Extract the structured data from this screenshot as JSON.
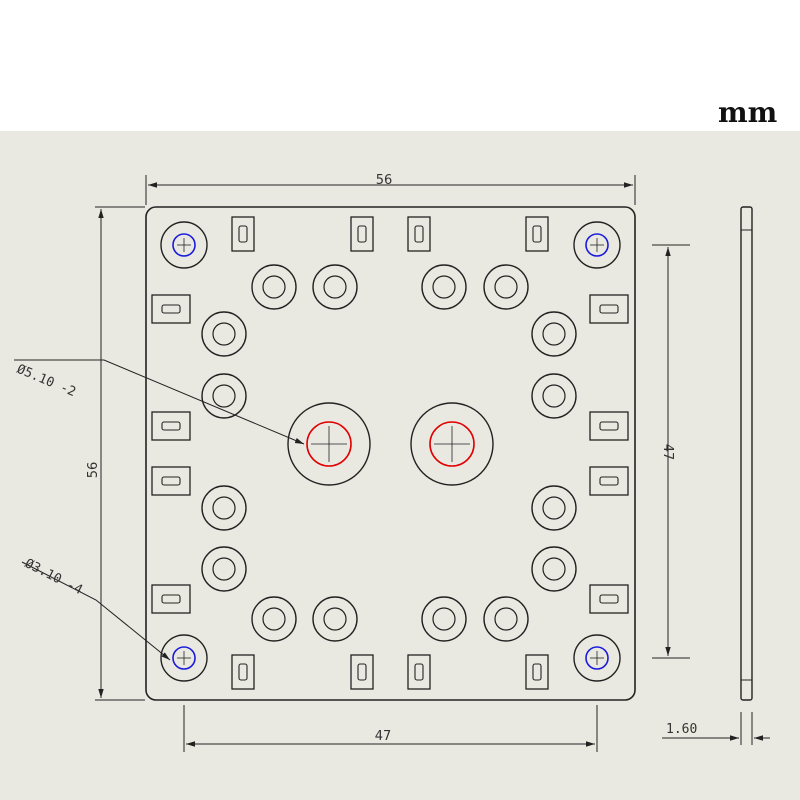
{
  "unit_label": "mm",
  "dimensions": {
    "width_top": "56",
    "height_left": "56",
    "hole_span_right": "47",
    "hole_span_bottom": "47",
    "thickness": "1.60"
  },
  "callouts": {
    "large_holes": "Ø5.10 -2",
    "mounting_holes": "Ø3.10 -4"
  },
  "colors": {
    "background": "#e9e9e2",
    "outline": "#222222",
    "large_hole": "#e00000",
    "mounting_hole": "#1a1adc"
  }
}
